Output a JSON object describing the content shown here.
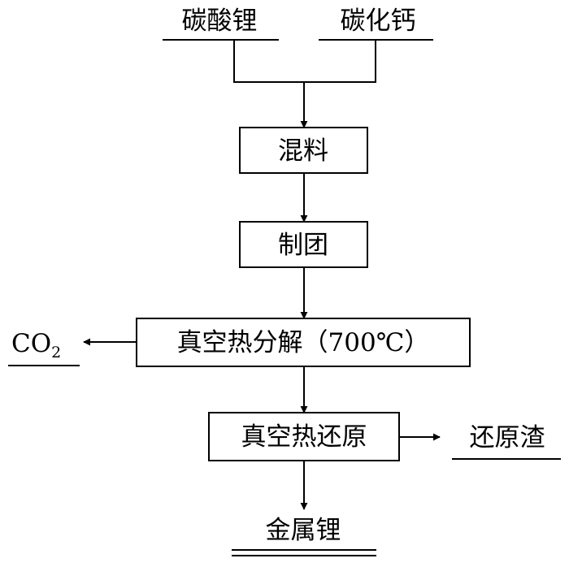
{
  "inputs": {
    "input_1": "碳酸锂",
    "input_2": "碳化钙"
  },
  "steps": {
    "mixing": "混料",
    "pelletizing": "制团",
    "vacuum_decomposition": "真空热分解（700℃）",
    "vacuum_reduction": "真空热还原"
  },
  "byproducts": {
    "gas_main": "CO",
    "gas_subscript": "2",
    "residue": "还原渣"
  },
  "product": {
    "label": "金属锂"
  },
  "colors": {
    "line": "#000000",
    "background": "#ffffff"
  }
}
